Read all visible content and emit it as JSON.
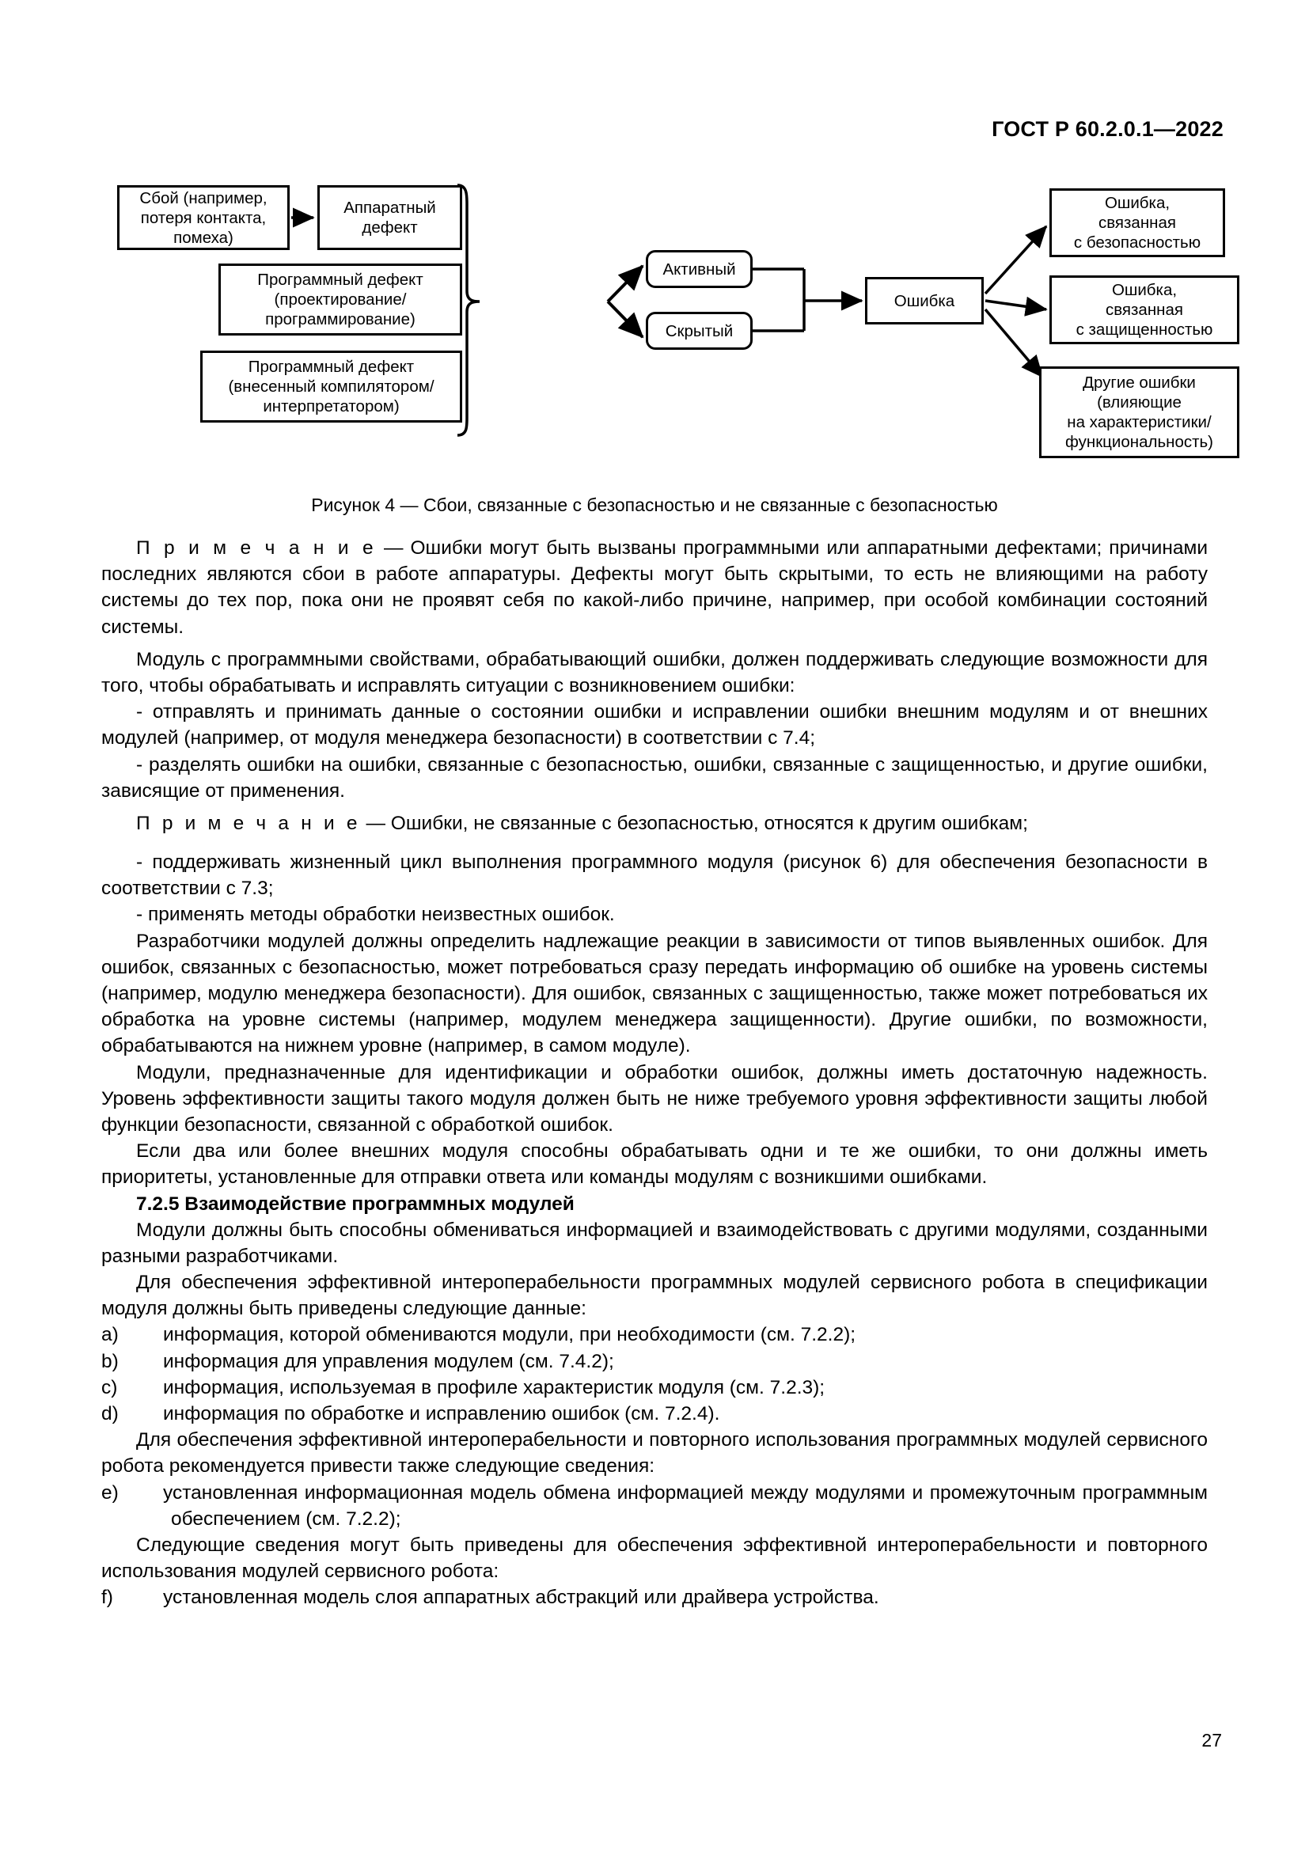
{
  "header": {
    "standard_id": "ГОСТ Р 60.2.0.1—2022"
  },
  "figure": {
    "boxes": {
      "failure": "Сбой (например,\nпотеря контакта,\nпомеха)",
      "hardware_defect": "Аппаратный\nдефект",
      "software_defect_design": "Программный дефект\n(проектирование/\nпрограммирование)",
      "software_defect_compiler": "Программный дефект\n(внесенный компилятором/\nинтерпретатором)",
      "active": "Активный",
      "hidden": "Скрытый",
      "error": "Ошибка",
      "safety_error": "Ошибка,\nсвязанная\nс безопасностью",
      "security_error": "Ошибка,\nсвязанная\nс защищенностью",
      "other_errors": "Другие ошибки\n(влияющие\nна характеристики/\nфункциональность)"
    },
    "caption": "Рисунок 4 — Сбои, связанные с безопасностью и не связанные с безопасностью"
  },
  "body": {
    "note1_label": "П р и м е ч а н и е",
    "note1_text": "— Ошибки могут быть вызваны программными или аппаратными дефектами; причинами последних являются сбои в работе аппаратуры. Дефекты могут быть скрытыми, то есть не влияющими на работу системы до тех пор, пока они не проявят себя по какой-либо причине, например, при особой комбинации состояний системы.",
    "para1": "Модуль с программными свойствами, обрабатывающий ошибки, должен поддерживать следующие возможности для того, чтобы обрабатывать и исправлять ситуации с возникновением ошибки:",
    "dash1": "- отправлять и принимать данные о состоянии ошибки и исправлении ошибки внешним модулям и от внешних модулей (например, от модуля менеджера безопасности) в соответствии с 7.4;",
    "dash2": "- разделять ошибки на ошибки, связанные с безопасностью, ошибки, связанные с защищенностью, и другие ошибки, зависящие от применения.",
    "note2_label": "П р и м е ч а н и е",
    "note2_text": "— Ошибки, не связанные с безопасностью, относятся к другим ошибкам;",
    "dash3": "- поддерживать жизненный цикл выполнения программного модуля (рисунок 6) для обеспечения безопасности в соответствии с 7.3;",
    "dash4": "- применять методы обработки неизвестных ошибок.",
    "para2": "Разработчики модулей должны определить надлежащие реакции в зависимости от типов выявленных ошибок. Для ошибок, связанных с безопасностью, может потребоваться сразу передать информацию об ошибке на уровень системы (например, модулю менеджера безопасности). Для ошибок, связанных с защищенностью, также может потребоваться их обработка на уровне системы (например, модулем менеджера защищенности). Другие ошибки, по возможности, обрабатываются на нижнем уровне (например, в самом модуле).",
    "para3": "Модули, предназначенные для идентификации и обработки ошибок, должны иметь достаточную надежность. Уровень эффективности защиты такого модуля должен быть не ниже требуемого уровня эффективности защиты любой функции безопасности, связанной с обработкой ошибок.",
    "para4": "Если два или более внешних модуля способны обрабатывать одни и те же ошибки, то они должны иметь приоритеты, установленные для отправки ответа или команды модулям с возникшими ошибками.",
    "section_heading": "7.2.5 Взаимодействие программных модулей",
    "para5": "Модули должны быть способны обмениваться информацией и взаимодействовать с другими модулями, созданными разными разработчиками.",
    "para6": "Для обеспечения эффективной интероперабельности программных модулей сервисного робота в спецификации модуля должны быть приведены следующие данные:",
    "list_a_mark": "a)",
    "list_a": "информация, которой обмениваются модули, при необходимости (см. 7.2.2);",
    "list_b_mark": "b)",
    "list_b": "информация для управления модулем (см. 7.4.2);",
    "list_c_mark": "c)",
    "list_c": "информация, используемая в профиле характеристик модуля (см. 7.2.3);",
    "list_d_mark": "d)",
    "list_d": "информация по обработке и исправлению ошибок (см. 7.2.4).",
    "para7": "Для обеспечения эффективной интероперабельности и повторного использования программных модулей сервисного робота рекомендуется привести также следующие сведения:",
    "list_e_mark": "e)",
    "list_e": "установленная информационная модель обмена информацией между модулями и промежуточным программным обеспечением (см. 7.2.2);",
    "para8": "Следующие сведения могут быть приведены для обеспечения эффективной интероперабельности и повторного использования модулей сервисного робота:",
    "list_f_mark": "f)",
    "list_f": "установленная модель слоя аппаратных абстракций или драйвера устройства."
  },
  "footer": {
    "page_number": "27"
  }
}
